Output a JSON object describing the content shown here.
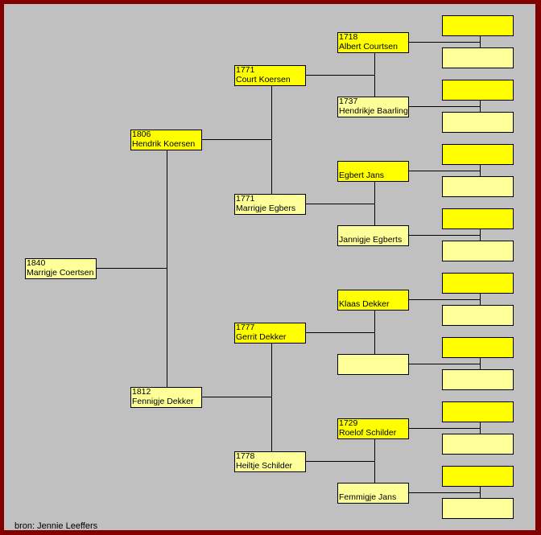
{
  "persons": [
    {
      "id": "p0",
      "year": "1840",
      "name": "Marrigje Coertsen",
      "sex": "f"
    },
    {
      "id": "p1",
      "year": "1806",
      "name": "Hendrik Koersen",
      "sex": "m"
    },
    {
      "id": "p2",
      "year": "1812",
      "name": "Fennigje Dekker",
      "sex": "f"
    },
    {
      "id": "p3",
      "year": "1771",
      "name": "Court Koersen",
      "sex": "m"
    },
    {
      "id": "p4",
      "year": "1771",
      "name": "Marrigje Egbers",
      "sex": "f"
    },
    {
      "id": "p5",
      "year": "1777",
      "name": "Gerrit Dekker",
      "sex": "m"
    },
    {
      "id": "p6",
      "year": "1778",
      "name": "Heiltje Schilder",
      "sex": "f"
    },
    {
      "id": "p7",
      "year": "1718",
      "name": "Albert Courtsen",
      "sex": "m"
    },
    {
      "id": "p8",
      "year": "1737",
      "name": "Hendrikje Baarling",
      "sex": "f"
    },
    {
      "id": "p9",
      "year": "",
      "name": "Egbert Jans",
      "sex": "m"
    },
    {
      "id": "p10",
      "year": "",
      "name": "Jannigje Egberts",
      "sex": "f"
    },
    {
      "id": "p11",
      "year": "",
      "name": "Klaas Dekker",
      "sex": "m"
    },
    {
      "id": "p12",
      "year": "",
      "name": "",
      "sex": "f"
    },
    {
      "id": "p13",
      "year": "1729",
      "name": "Roelof Schilder",
      "sex": "m"
    },
    {
      "id": "p14",
      "year": "",
      "name": "Femmigje Jans",
      "sex": "f"
    }
  ],
  "gen4_count": 16,
  "source": "bron: Jennie Leeffers",
  "colors": {
    "male": "#ffff00",
    "female": "#ffff99",
    "background": "#c0c0c0",
    "border": "#800000"
  }
}
